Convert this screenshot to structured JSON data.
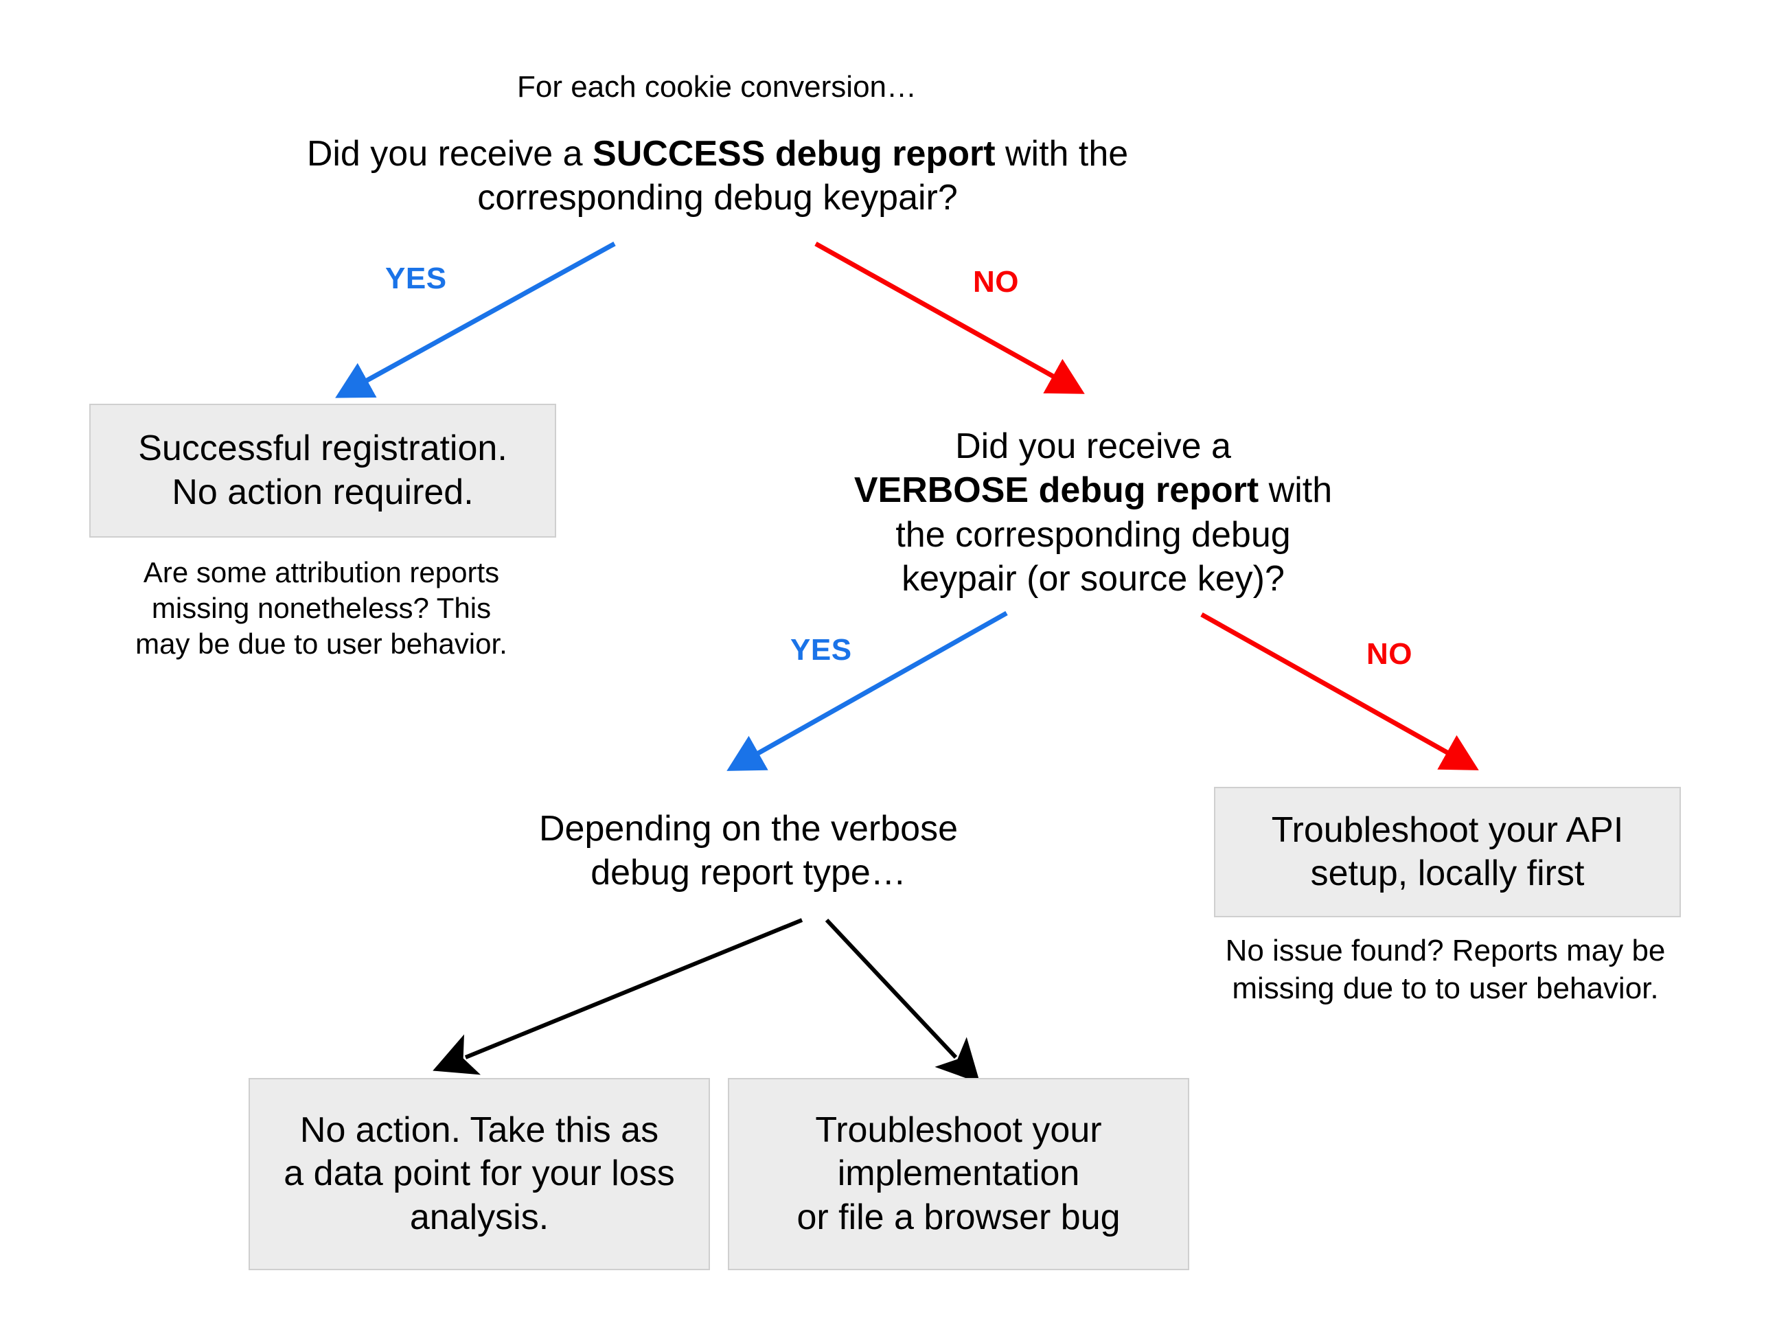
{
  "diagram": {
    "title": "Cookie conversion debug report decision flow",
    "colors": {
      "yes_edge": "#1a73e8",
      "no_edge": "#fa0000",
      "plain_edge": "#000000",
      "box_fill": "#ececec",
      "box_border": "#cfcfcf",
      "text": "#000000",
      "background": "#ffffff"
    }
  },
  "nodes": {
    "lead_in": "For each cookie conversion…",
    "question_1": {
      "part_1": "Did you receive a ",
      "emphasis": "SUCCESS debug report",
      "part_2": " with the",
      "line_2": "corresponding debug keypair?"
    },
    "success_box": {
      "line_1": "Successful registration.",
      "line_2": "No action required."
    },
    "success_note": {
      "line_1": "Are some attribution reports",
      "line_2": "missing nonetheless? This",
      "line_3": "may be due to user behavior."
    },
    "question_2": {
      "line_1": "Did you receive a",
      "emphasis": "VERBOSE debug report",
      "after_emphasis": " with",
      "line_3": "the corresponding debug",
      "line_4": "keypair (or source key)?"
    },
    "verbose_type": {
      "line_1": "Depending on the verbose",
      "line_2": "debug report type…"
    },
    "api_box": {
      "line_1": "Troubleshoot your API",
      "line_2": "setup, locally first"
    },
    "api_note": {
      "line_1": "No issue found? Reports may be",
      "line_2": "missing due to to user behavior."
    },
    "no_action_box": {
      "line_1": "No action. Take this as",
      "line_2": "a data point for your loss",
      "line_3": "analysis."
    },
    "impl_box": {
      "line_1": "Troubleshoot your",
      "line_2": "implementation",
      "line_3": "or file a browser bug"
    }
  },
  "edges": [
    {
      "id": "e1",
      "label": "YES",
      "kind": "yes",
      "from": "question_1",
      "to": "success_box"
    },
    {
      "id": "e2",
      "label": "NO",
      "kind": "no",
      "from": "question_1",
      "to": "question_2"
    },
    {
      "id": "e3",
      "label": "YES",
      "kind": "yes",
      "from": "question_2",
      "to": "verbose_type"
    },
    {
      "id": "e4",
      "label": "NO",
      "kind": "no",
      "from": "question_2",
      "to": "api_box"
    },
    {
      "id": "e5",
      "label": "",
      "kind": "plain",
      "from": "verbose_type",
      "to": "no_action_box"
    },
    {
      "id": "e6",
      "label": "",
      "kind": "plain",
      "from": "verbose_type",
      "to": "impl_box"
    }
  ],
  "edge_labels": {
    "yes_1": "YES",
    "no_1": "NO",
    "yes_2": "YES",
    "no_2": "NO"
  }
}
